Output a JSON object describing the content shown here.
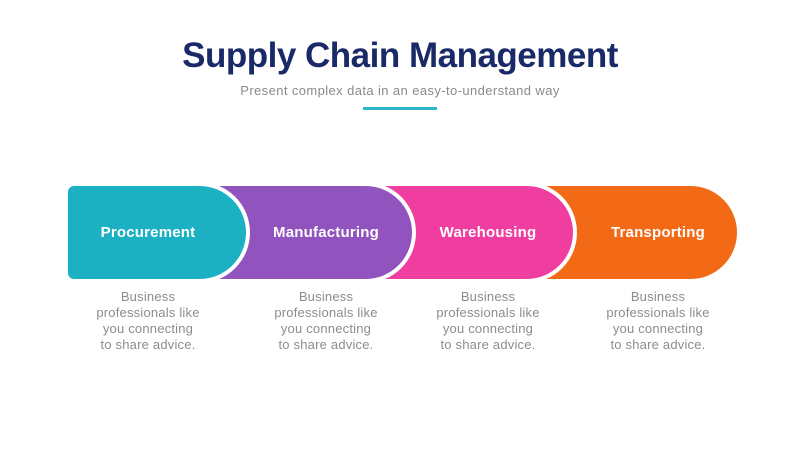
{
  "page": {
    "background": "#ffffff"
  },
  "header": {
    "title": "Supply Chain Management",
    "subtitle": "Present complex data in an easy-to-understand way",
    "title_color": "#1a2a68",
    "subtitle_color": "#8a8a8a",
    "accent_line_color": "#2bb5c8"
  },
  "steps": [
    {
      "label": "Procurement",
      "color": "#1cb0c3",
      "description_lines": [
        "Business",
        "professionals like",
        "you connecting",
        "to share advice."
      ]
    },
    {
      "label": "Manufacturing",
      "color": "#9153be",
      "description_lines": [
        "Business",
        "professionals like",
        "you connecting",
        "to share advice."
      ]
    },
    {
      "label": "Warehousing",
      "color": "#ef3ea0",
      "description_lines": [
        "Business",
        "professionals like",
        "you connecting",
        "to share advice."
      ]
    },
    {
      "label": "Transporting",
      "color": "#f26a15",
      "description_lines": [
        "Business",
        "professionals like",
        "you connecting",
        "to share advice."
      ]
    }
  ],
  "description_text_color": "#8c8c8c",
  "separator_ring_color": "#ffffff"
}
